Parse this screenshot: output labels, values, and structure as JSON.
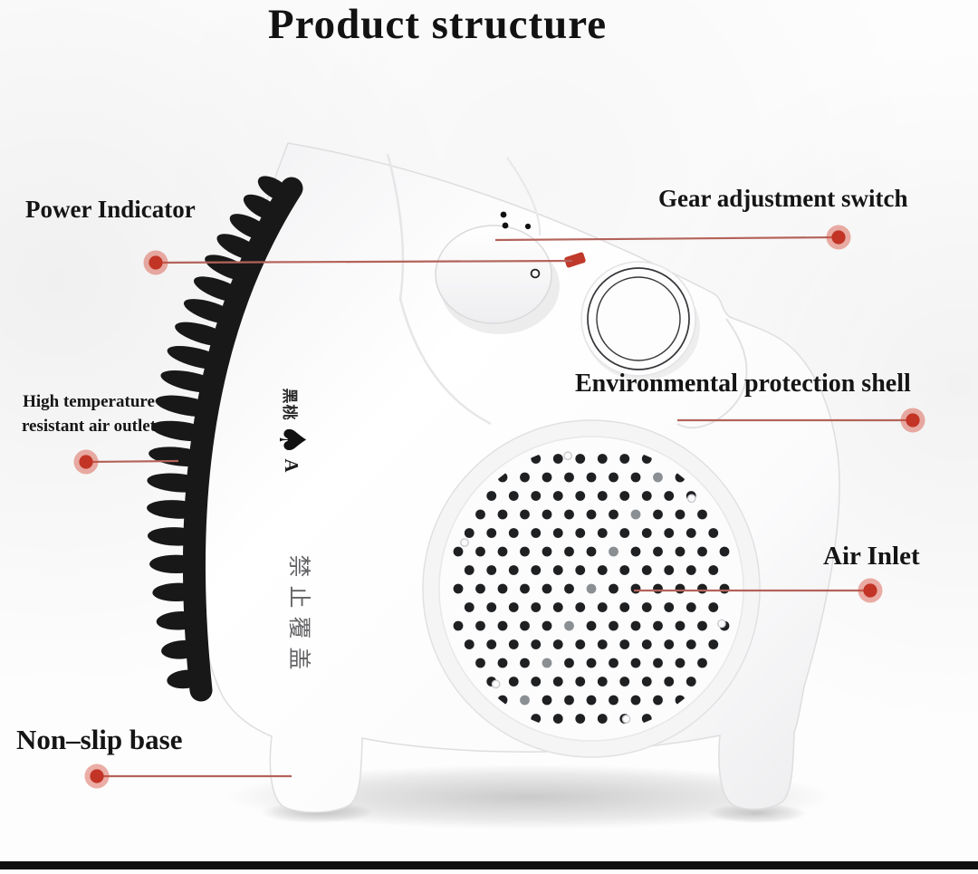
{
  "title": "Product structure",
  "labels": {
    "power_indicator": "Power Indicator",
    "gear_adjustment": "Gear adjustment switch",
    "high_temp_line1": "High temperature",
    "high_temp_line2": "resistant air outlet",
    "environmental_shell": "Environmental protection shell",
    "air_inlet": "Air Inlet",
    "non_slip_base": "Non–slip base"
  },
  "device": {
    "brand_logo": {
      "prefix": "黑桃",
      "spade_icon": "♠",
      "suffix": "A"
    },
    "warning_text": "禁止覆盖",
    "warning_chars": [
      "禁",
      "止",
      "覆",
      "盖"
    ]
  },
  "colors": {
    "callout_dot": "#c23425",
    "callout_dot_halo": "#d44c39",
    "callout_line": "#b4635a",
    "comb": "#181818",
    "grille_dot": "#1f2022",
    "indicator_light": "#c0392b",
    "bottom_bar": "#0e0e0e"
  }
}
